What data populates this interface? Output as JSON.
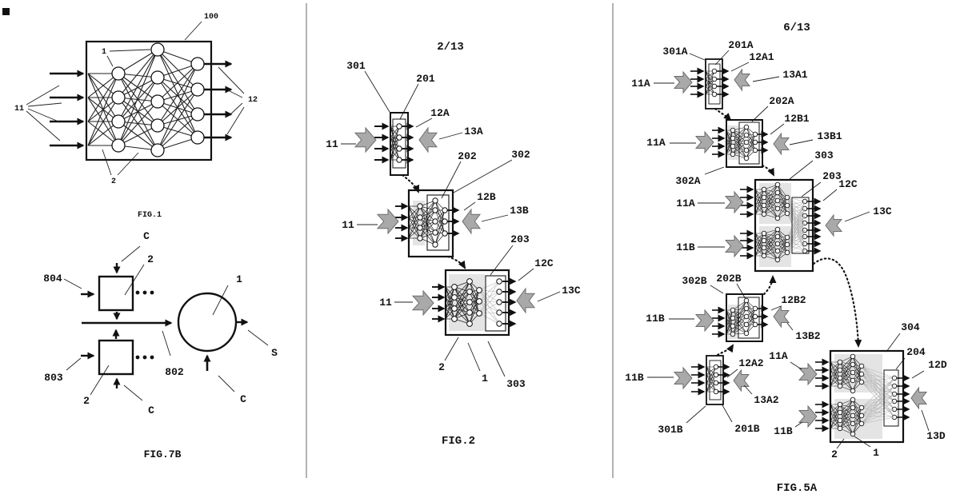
{
  "colors": {
    "arrow_gray": "#a9a9a9",
    "arrow_gray_edge": "#6e6e6e",
    "shade_gray": "#e4e4e4",
    "line": "#111111"
  },
  "left": {
    "fig1": {
      "n100": "100",
      "n1": "1",
      "n11": "11",
      "n2": "2",
      "n12": "12",
      "caption": "FIG.1"
    },
    "fig7b": {
      "c_top": "C",
      "n2_top": "2",
      "n804": "804",
      "n803": "803",
      "n2_bot": "2",
      "c_bot": "C",
      "n802": "802",
      "n1": "1",
      "s": "S",
      "c_circ": "C",
      "caption": "FIG.7B"
    }
  },
  "middle": {
    "page": "2/13",
    "n301": "301",
    "n201": "201",
    "n12a": "12A",
    "n13a": "13A",
    "n11_1": "11",
    "n202": "202",
    "n302": "302",
    "n12b": "12B",
    "n13b": "13B",
    "n11_2": "11",
    "n203": "203",
    "n12c": "12C",
    "n13c": "13C",
    "n11_3": "11",
    "n2": "2",
    "n1": "1",
    "n303": "303",
    "caption": "FIG.2"
  },
  "right": {
    "page": "6/13",
    "n301a": "301A",
    "n201a": "201A",
    "n12a1": "12A1",
    "n13a1": "13A1",
    "n11a_1": "11A",
    "n202a": "202A",
    "n12b1": "12B1",
    "n13b1": "13B1",
    "n11a_2": "11A",
    "n302a": "302A",
    "n303": "303",
    "n203": "203",
    "n12c": "12C",
    "n13c": "13C",
    "n11a_3": "11A",
    "n11b_3": "11B",
    "n302b": "302B",
    "n202b": "202B",
    "n12b2": "12B2",
    "n13b2": "13B2",
    "n11b_4": "11B",
    "n12a2": "12A2",
    "n13a2": "13A2",
    "n11b_5": "11B",
    "n301b": "301B",
    "n201b": "201B",
    "n304": "304",
    "n204": "204",
    "n12d": "12D",
    "n11a_6": "11A",
    "n11b_6": "11B",
    "n13d": "13D",
    "n2": "2",
    "n1": "1",
    "caption": "FIG.5A"
  }
}
